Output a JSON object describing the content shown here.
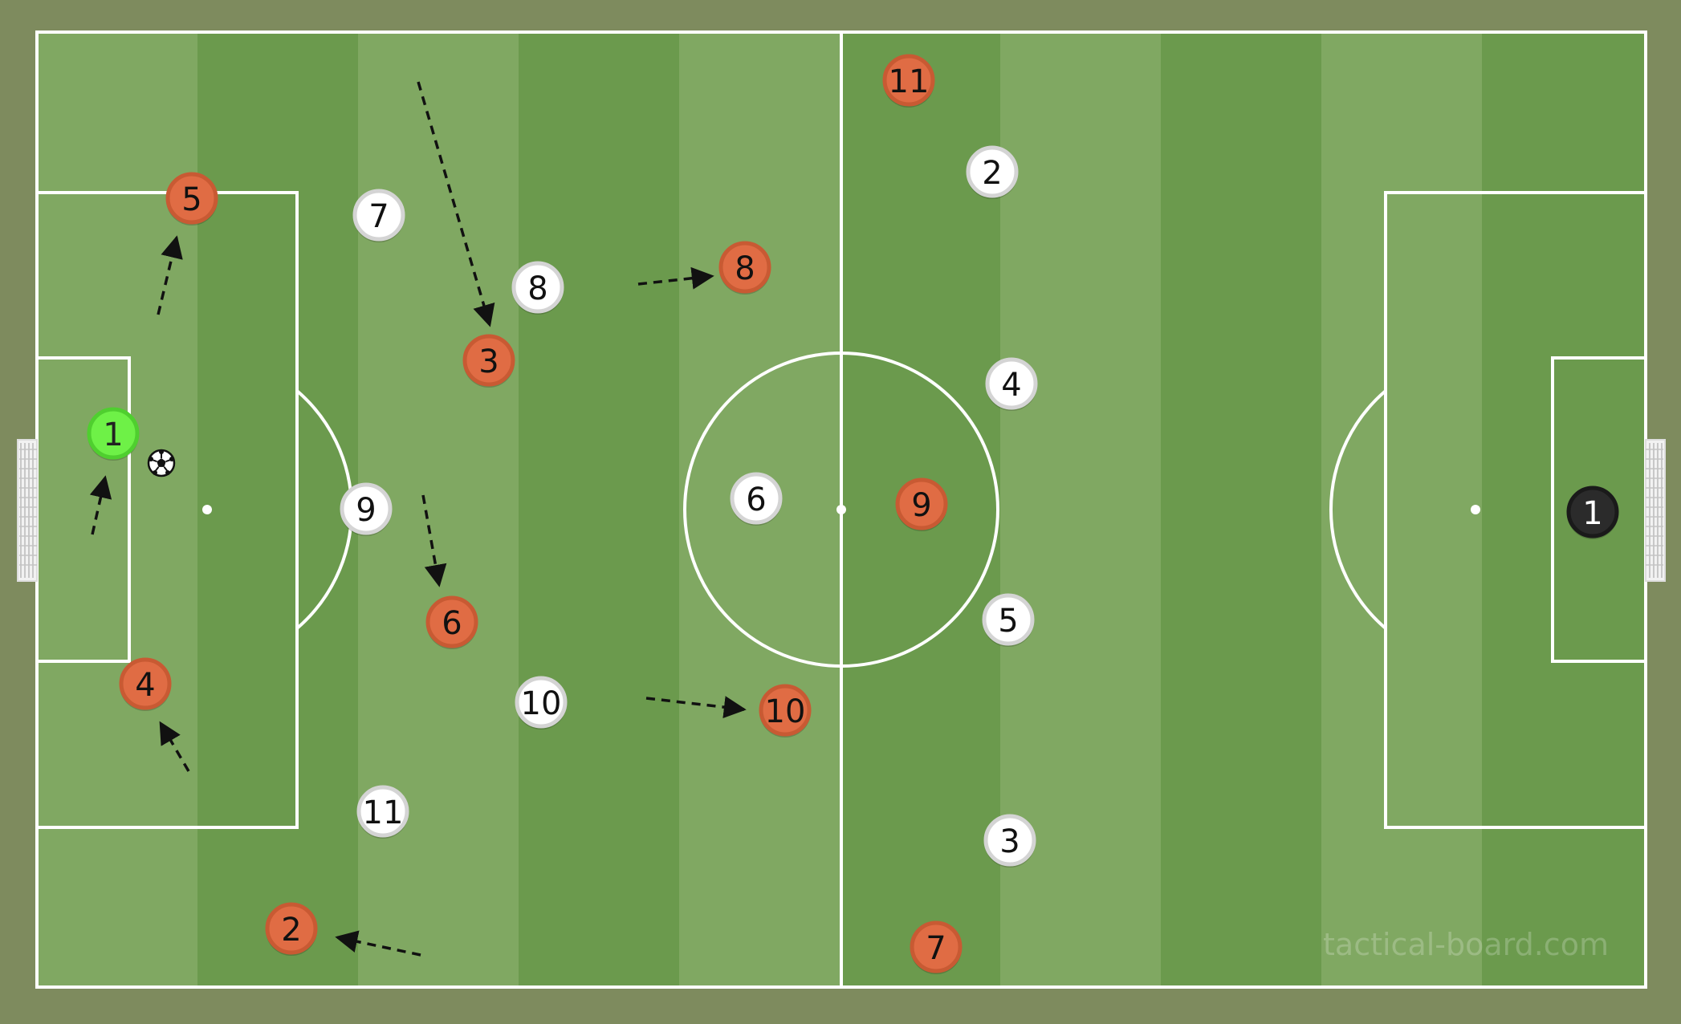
{
  "colors": {
    "background": "#7e8b5e",
    "stripe_light": "#80a862",
    "stripe_dark": "#6b9a4d",
    "lines": "#ffffff",
    "home": "#e06c44",
    "home_outline": "#c85a33",
    "away": "#ffffff",
    "away_text": "#111111",
    "goalkeeper_home": "#6ef147",
    "goalkeeper_away": "#2b2b2b",
    "arrow": "#111111"
  },
  "watermark": "tactical-board.com",
  "ball_icon": "soccer-ball-icon",
  "players": {
    "home": [
      {
        "id": "home-gk",
        "number": "1",
        "color": "#6ef147",
        "text_color": "#222222"
      },
      {
        "id": "home-2",
        "number": "2"
      },
      {
        "id": "home-3",
        "number": "3"
      },
      {
        "id": "home-4",
        "number": "4"
      },
      {
        "id": "home-5",
        "number": "5"
      },
      {
        "id": "home-6",
        "number": "6"
      },
      {
        "id": "home-7",
        "number": "7"
      },
      {
        "id": "home-8",
        "number": "8"
      },
      {
        "id": "home-9",
        "number": "9"
      },
      {
        "id": "home-10",
        "number": "10"
      },
      {
        "id": "home-11",
        "number": "11"
      }
    ],
    "away": [
      {
        "id": "away-gk",
        "number": "1",
        "color": "#2b2b2b",
        "text_color": "#ffffff"
      },
      {
        "id": "away-2",
        "number": "2"
      },
      {
        "id": "away-3",
        "number": "3"
      },
      {
        "id": "away-4",
        "number": "4"
      },
      {
        "id": "away-5",
        "number": "5"
      },
      {
        "id": "away-6",
        "number": "6"
      },
      {
        "id": "away-7",
        "number": "7"
      },
      {
        "id": "away-8",
        "number": "8"
      },
      {
        "id": "away-9",
        "number": "9"
      },
      {
        "id": "away-10",
        "number": "10"
      },
      {
        "id": "away-11",
        "number": "11"
      }
    ]
  }
}
